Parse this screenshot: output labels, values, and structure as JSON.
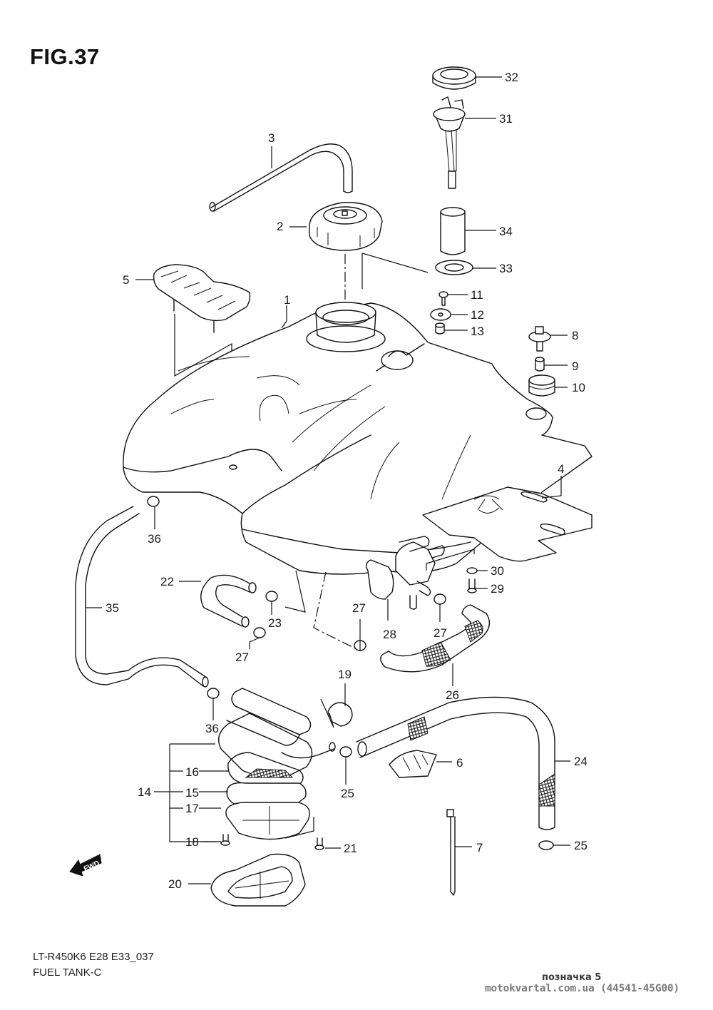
{
  "figure": {
    "title": "FIG.37",
    "model_code": "LT-R450K6 E28 E33_037",
    "section_name": "FUEL TANK-C",
    "direction_badge": "FWD"
  },
  "watermark": {
    "note": "позначка 5",
    "site": "motokvartal.com.ua (44541-45G00)"
  },
  "callouts": [
    {
      "id": "1",
      "label": "1"
    },
    {
      "id": "2",
      "label": "2"
    },
    {
      "id": "3",
      "label": "3"
    },
    {
      "id": "4",
      "label": "4"
    },
    {
      "id": "5",
      "label": "5"
    },
    {
      "id": "6",
      "label": "6"
    },
    {
      "id": "7",
      "label": "7"
    },
    {
      "id": "8",
      "label": "8"
    },
    {
      "id": "9",
      "label": "9"
    },
    {
      "id": "10",
      "label": "10"
    },
    {
      "id": "11",
      "label": "11"
    },
    {
      "id": "12",
      "label": "12"
    },
    {
      "id": "13",
      "label": "13"
    },
    {
      "id": "14",
      "label": "14"
    },
    {
      "id": "15",
      "label": "15"
    },
    {
      "id": "16",
      "label": "16"
    },
    {
      "id": "17",
      "label": "17"
    },
    {
      "id": "18",
      "label": "18"
    },
    {
      "id": "19",
      "label": "19"
    },
    {
      "id": "20",
      "label": "20"
    },
    {
      "id": "21",
      "label": "21"
    },
    {
      "id": "22",
      "label": "22"
    },
    {
      "id": "23",
      "label": "23"
    },
    {
      "id": "24",
      "label": "24"
    },
    {
      "id": "25a",
      "label": "25"
    },
    {
      "id": "25b",
      "label": "25"
    },
    {
      "id": "26",
      "label": "26"
    },
    {
      "id": "27a",
      "label": "27"
    },
    {
      "id": "27b",
      "label": "27"
    },
    {
      "id": "27c",
      "label": "27"
    },
    {
      "id": "28",
      "label": "28"
    },
    {
      "id": "29",
      "label": "29"
    },
    {
      "id": "30",
      "label": "30"
    },
    {
      "id": "31",
      "label": "31"
    },
    {
      "id": "32",
      "label": "32"
    },
    {
      "id": "33",
      "label": "33"
    },
    {
      "id": "34",
      "label": "34"
    },
    {
      "id": "35",
      "label": "35"
    },
    {
      "id": "36a",
      "label": "36"
    },
    {
      "id": "36b",
      "label": "36"
    }
  ]
}
